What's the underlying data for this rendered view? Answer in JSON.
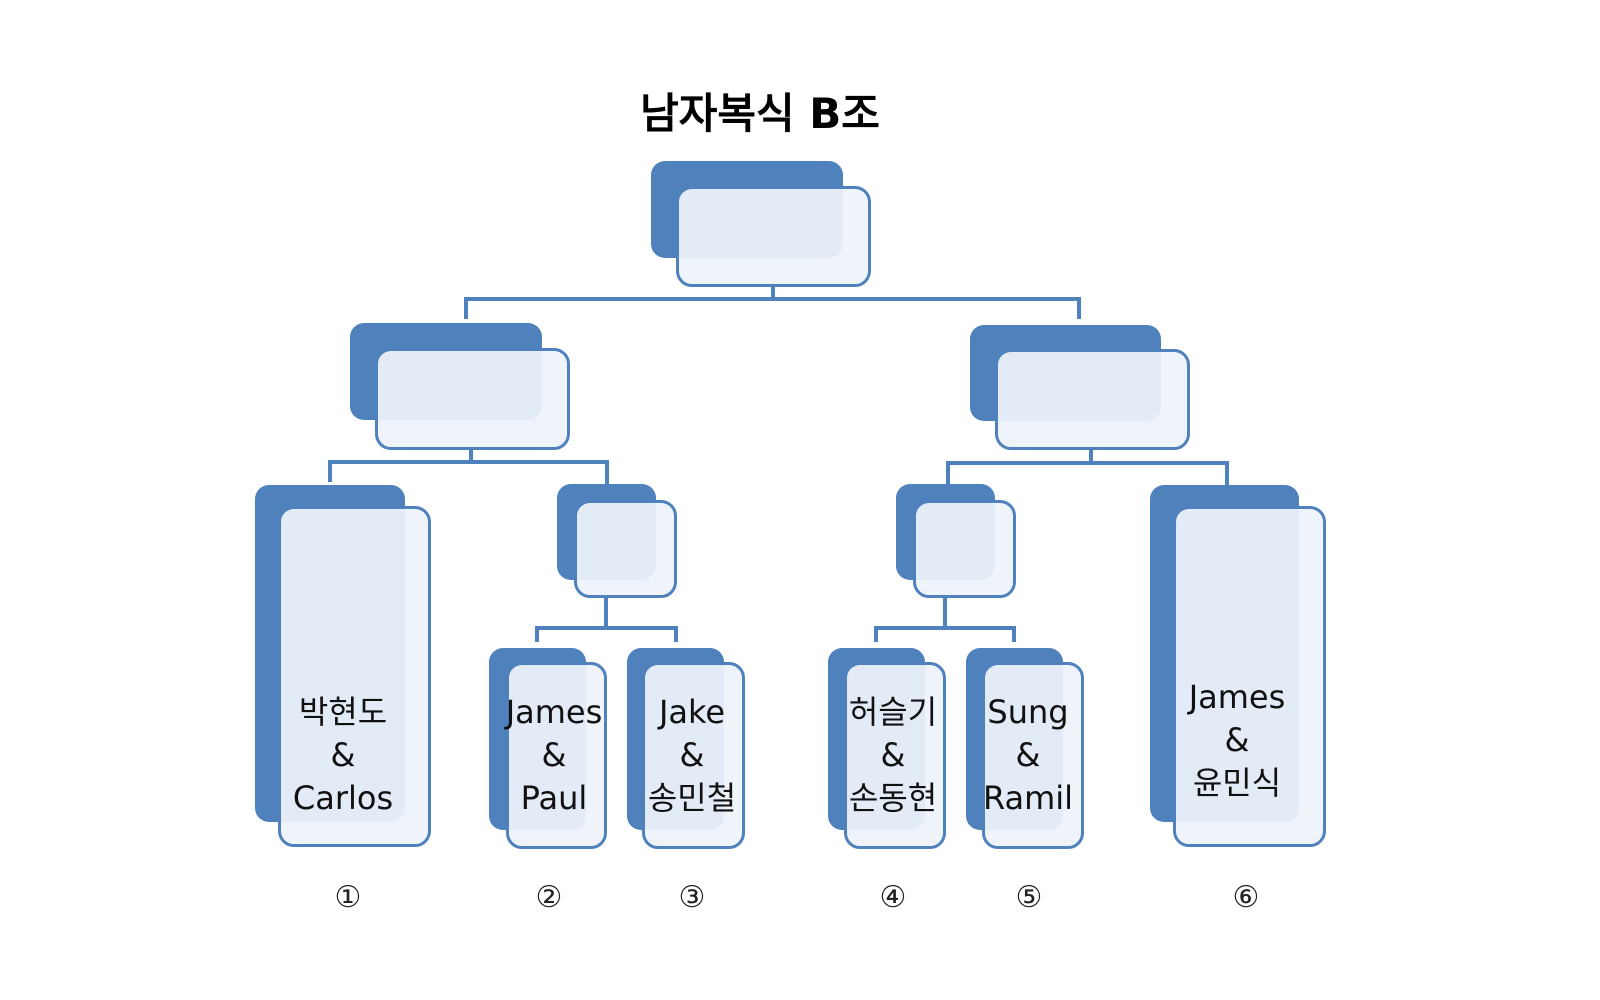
{
  "title": "남자복식 B조",
  "bracket": {
    "final": {
      "label": ""
    },
    "semifinals": [
      {
        "label": ""
      },
      {
        "label": ""
      }
    ],
    "quarterfinals": [
      {
        "label": ""
      },
      {
        "label": ""
      }
    ],
    "teams": [
      {
        "seed": "①",
        "player1": "박현도",
        "amp": "&",
        "player2": "Carlos"
      },
      {
        "seed": "②",
        "player1": "James",
        "amp": "&",
        "player2": "Paul"
      },
      {
        "seed": "③",
        "player1": "Jake",
        "amp": "&",
        "player2": "송민철"
      },
      {
        "seed": "④",
        "player1": "허슬기",
        "amp": "&",
        "player2": "손동현"
      },
      {
        "seed": "⑤",
        "player1": "Sung",
        "amp": "&",
        "player2": "Ramil"
      },
      {
        "seed": "⑥",
        "player1": "James",
        "amp": "&",
        "player2": "윤민식"
      }
    ]
  },
  "colors": {
    "accent": "#4f81bd",
    "box_fill": "#eef3fa",
    "text": "#111111"
  }
}
